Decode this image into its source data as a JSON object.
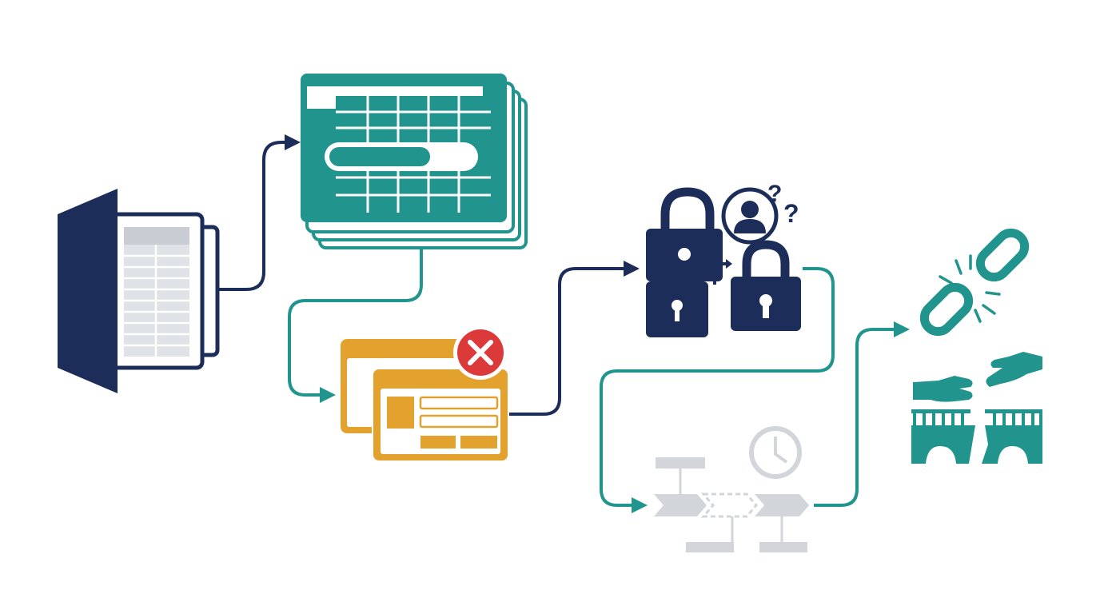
{
  "colors": {
    "navy": "#1c2d5a",
    "teal": "#21948e",
    "amber": "#e3a12e",
    "red": "#dc3a3a",
    "light_gray": "#d2d5da",
    "sheet_gray": "#dfe2e6",
    "background": "#ffffff"
  },
  "nodes": [
    {
      "id": "book",
      "icon": "open-book-spreadsheet-icon"
    },
    {
      "id": "stacked-spreadsheets",
      "icon": "stacked-spreadsheet-windows-icon"
    },
    {
      "id": "error-windows",
      "icon": "error-dialog-windows-icon"
    },
    {
      "id": "locks",
      "icon": "padlocks-with-user-question-icon"
    },
    {
      "id": "timeline",
      "icon": "faded-process-timeline-clock-icon"
    },
    {
      "id": "broken-link",
      "icon": "broken-chain-link-icon"
    },
    {
      "id": "handshake",
      "icon": "reaching-hands-icon"
    },
    {
      "id": "bridge",
      "icon": "broken-bridge-icon"
    }
  ],
  "connectors": [
    {
      "from": "book",
      "to": "stacked-spreadsheets",
      "color": "navy"
    },
    {
      "from": "stacked-spreadsheets",
      "to": "error-windows",
      "color": "teal"
    },
    {
      "from": "error-windows",
      "to": "locks",
      "color": "navy"
    },
    {
      "from": "locks",
      "to": "timeline",
      "color": "teal"
    },
    {
      "from": "timeline",
      "to": "broken-link",
      "color": "teal"
    }
  ]
}
